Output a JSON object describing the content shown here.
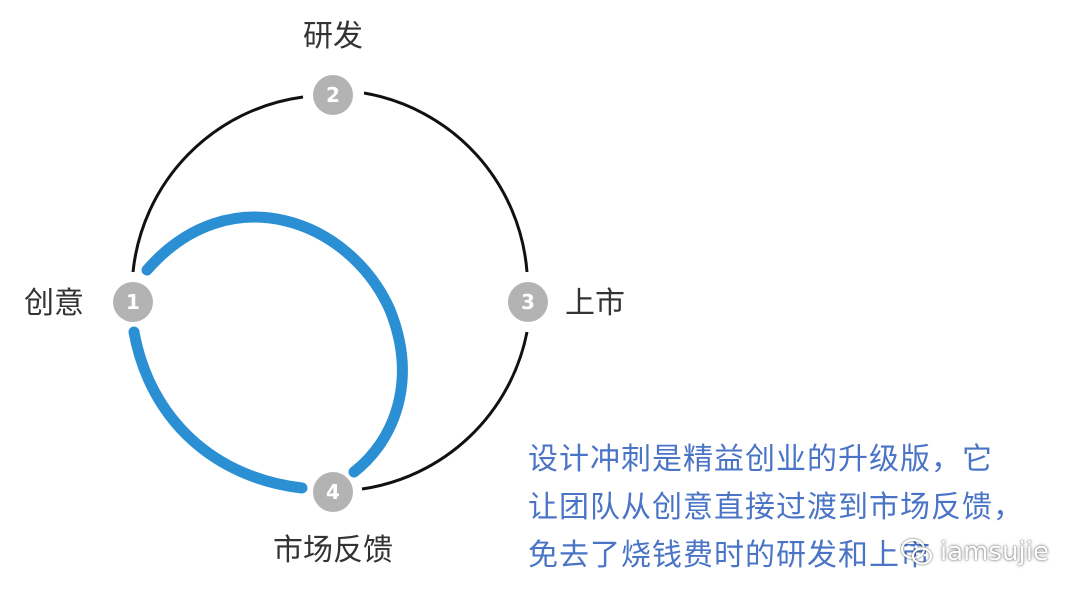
{
  "nodes": [
    {
      "id": "1",
      "label": "创意"
    },
    {
      "id": "2",
      "label": "研发"
    },
    {
      "id": "3",
      "label": "上市"
    },
    {
      "id": "4",
      "label": "市场反馈"
    }
  ],
  "colors": {
    "ring": "#111111",
    "shortcut": "#2b8fd4",
    "node": "#b3b3b3",
    "caption": "#4a74c6"
  },
  "caption": {
    "lines": [
      "设计冲刺是精益创业的升级版，它",
      "让团队从创意直接过渡到市场反馈，",
      "免去了烧钱费时的研发和上市"
    ]
  },
  "watermark": {
    "icon": "wechat-icon",
    "text": "iamsujie"
  }
}
